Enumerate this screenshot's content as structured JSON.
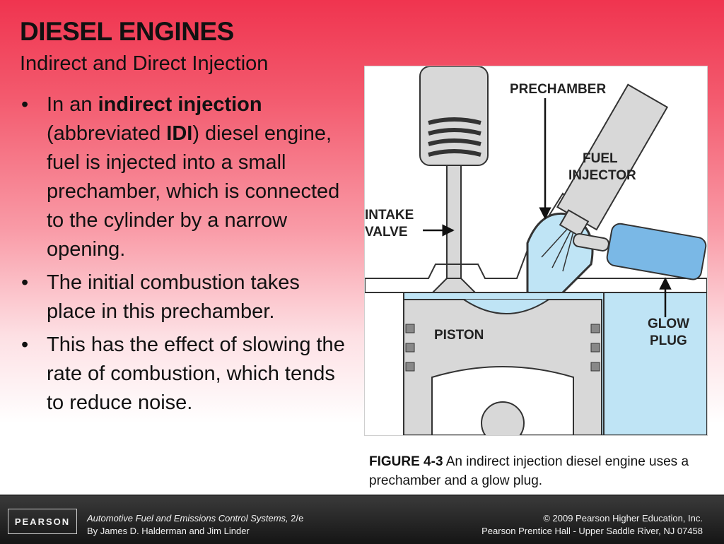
{
  "slide": {
    "title": "DIESEL ENGINES",
    "subtitle": "Indirect and Direct Injection",
    "bullets": [
      {
        "pre": "In an ",
        "bold1": "indirect injection",
        "mid1": " (abbreviated ",
        "bold2": "IDI",
        "post": ") diesel engine, fuel is injected into a small prechamber, which is connected to the cylinder by a narrow opening."
      },
      {
        "text": "The initial combustion takes place in this prechamber."
      },
      {
        "text": "This has the effect of slowing the rate of combustion, which tends to reduce noise."
      }
    ],
    "bullet_glyph": "•"
  },
  "figure": {
    "labels": {
      "prechamber": "PRECHAMBER",
      "fuel": "FUEL",
      "injector": "INJECTOR",
      "intake": "INTAKE",
      "valve": "VALVE",
      "piston": "PISTON",
      "glow": "GLOW",
      "plug": "PLUG"
    },
    "colors": {
      "metal": "#d8d8d8",
      "outline": "#333333",
      "chamber": "#bfe4f5",
      "glow_plug": "#7ab8e6",
      "arrow": "#111111"
    },
    "caption_label": "FIGURE 4-3",
    "caption_text": " An indirect injection diesel engine uses a prechamber and a glow plug."
  },
  "footer": {
    "logo": "PEARSON",
    "book_title": "Automotive Fuel and Emissions Control Systems,",
    "edition": " 2/e",
    "authors": "By James D. Halderman and Jim Linder",
    "copyright": "© 2009 Pearson Higher Education, Inc.",
    "publisher": "Pearson Prentice Hall - Upper Saddle River, NJ 07458"
  }
}
